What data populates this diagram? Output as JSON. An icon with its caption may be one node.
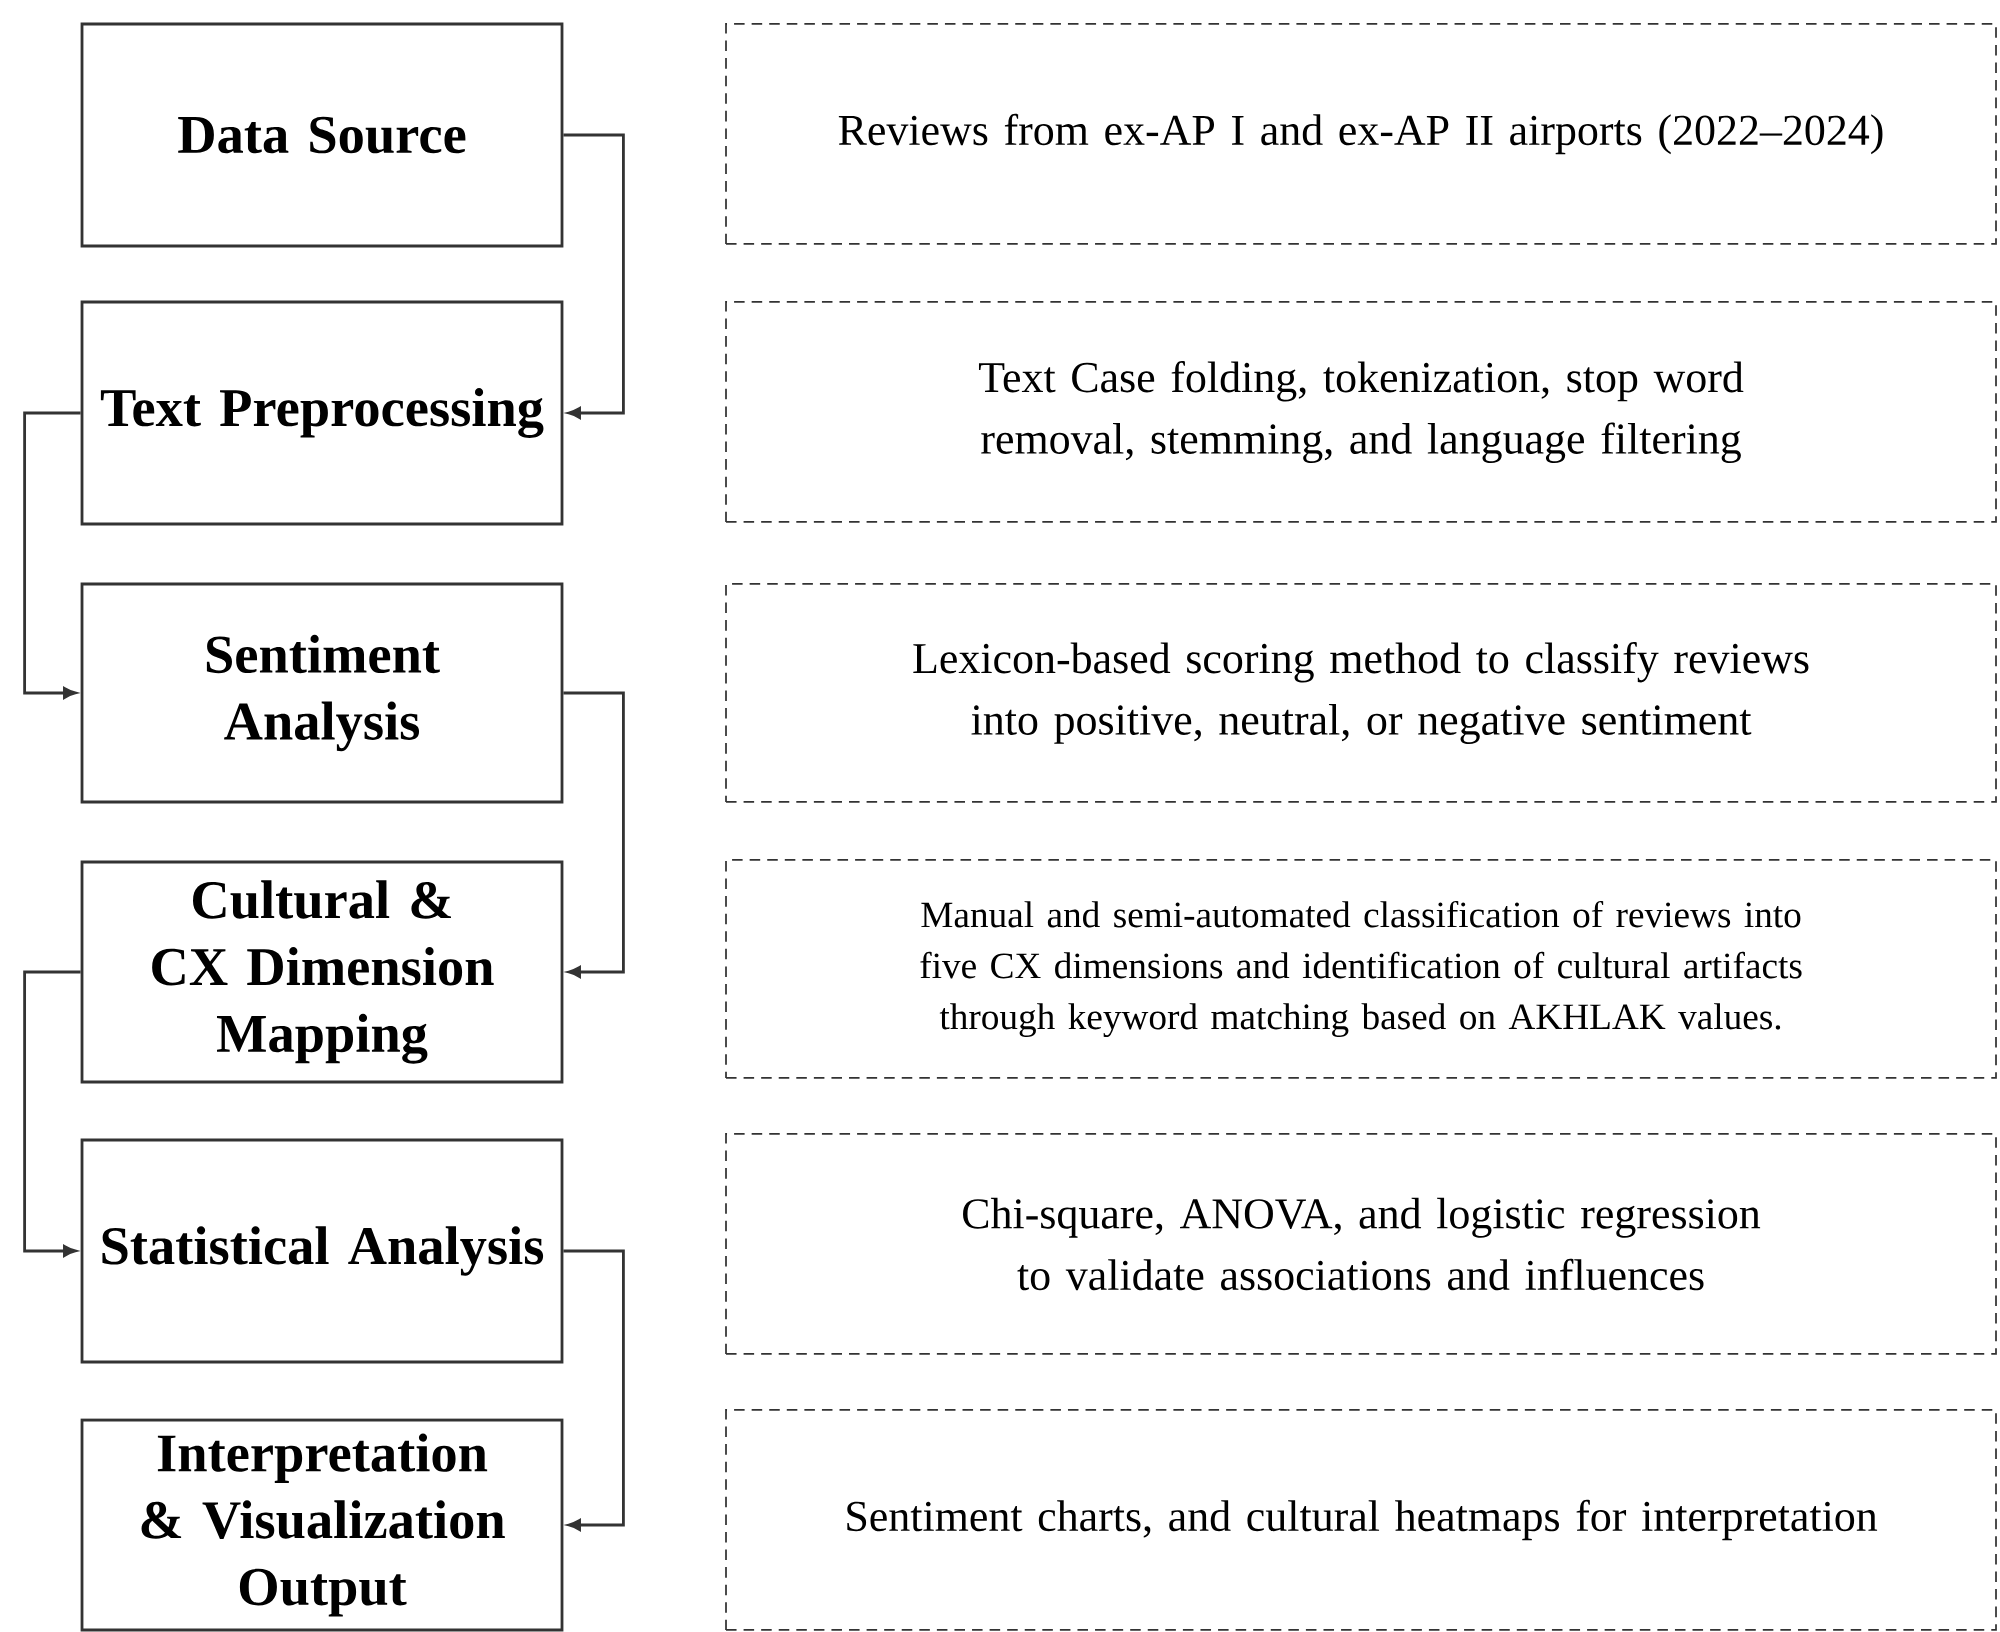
{
  "diagram": {
    "nodes": [
      {
        "text": [
          "Data Source"
        ]
      },
      {
        "text": [
          "Text Preprocessing"
        ]
      },
      {
        "text": [
          "Sentiment Analysis"
        ]
      },
      {
        "text": [
          "Cultural & CX Dimension Mapping"
        ]
      },
      {
        "text": [
          "Statistical Analysis"
        ]
      },
      {
        "text": [
          "Interpretation & Visualization Output"
        ]
      },
      {
        "text": [
          "Reviews from ex-AP I and ex-AP II airports (2022–2024)"
        ]
      },
      {
        "text": [
          "Text Case folding, tokenization, stop word removal, stemming, and language filtering"
        ]
      },
      {
        "text": [
          "Lexicon-based scoring method to classify reviews into positive, neutral, or negative sentiment"
        ]
      },
      {
        "text": [
          "Manual and semi-automated classification of reviews into five CX dimensions and identification of cultural artifacts through keyword matching based on AKHLAK values."
        ]
      },
      {
        "text": [
          "Chi-square, ANOVA, and logistic regression to validate associations and influences"
        ]
      },
      {
        "text": [
          "Sentiment charts, and cultural heatmaps for interpretation"
        ]
      }
    ],
    "edges": [
      {
        "from": 0,
        "to": 1,
        "arrow": "to"
      },
      {
        "from": 1,
        "to": 2,
        "arrow": "to"
      },
      {
        "from": 2,
        "to": 3,
        "arrow": "to"
      },
      {
        "from": 3,
        "to": 4,
        "arrow": "to"
      },
      {
        "from": 4,
        "to": 5,
        "arrow": "to"
      }
    ]
  }
}
